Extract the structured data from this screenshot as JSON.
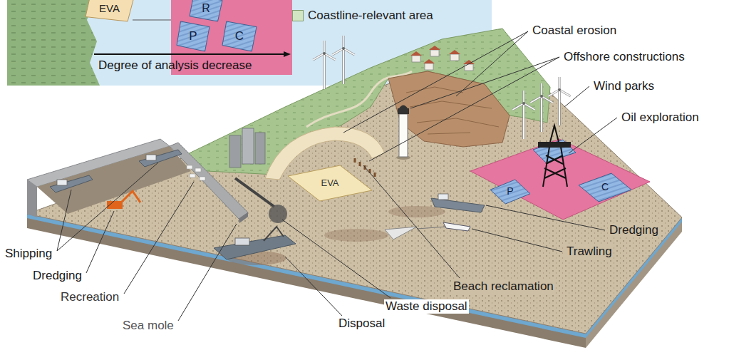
{
  "diagram": {
    "nodes": [
      {
        "text": [
          "EVA"
        ]
      },
      {
        "text": [
          "R"
        ]
      },
      {
        "text": [
          "P"
        ]
      },
      {
        "text": [
          "C"
        ]
      },
      {
        "text": [
          "EVA"
        ]
      },
      {
        "text": [
          "P"
        ]
      },
      {
        "text": [
          "C"
        ]
      }
    ],
    "labels": [
      "Degree of analysis decrease",
      "Coastal erosion",
      "Offshore constructions",
      "Wind parks",
      "Oil exploration",
      "Dredging",
      "Trawling",
      "Shipping",
      "Dredging",
      "Beach reclamation",
      "Recreation",
      "Waste disposal",
      "Sea mole",
      "Disposal"
    ],
    "legend": [
      {
        "text": "Coastline-relevant area",
        "color": "#d3e6c3"
      }
    ]
  }
}
